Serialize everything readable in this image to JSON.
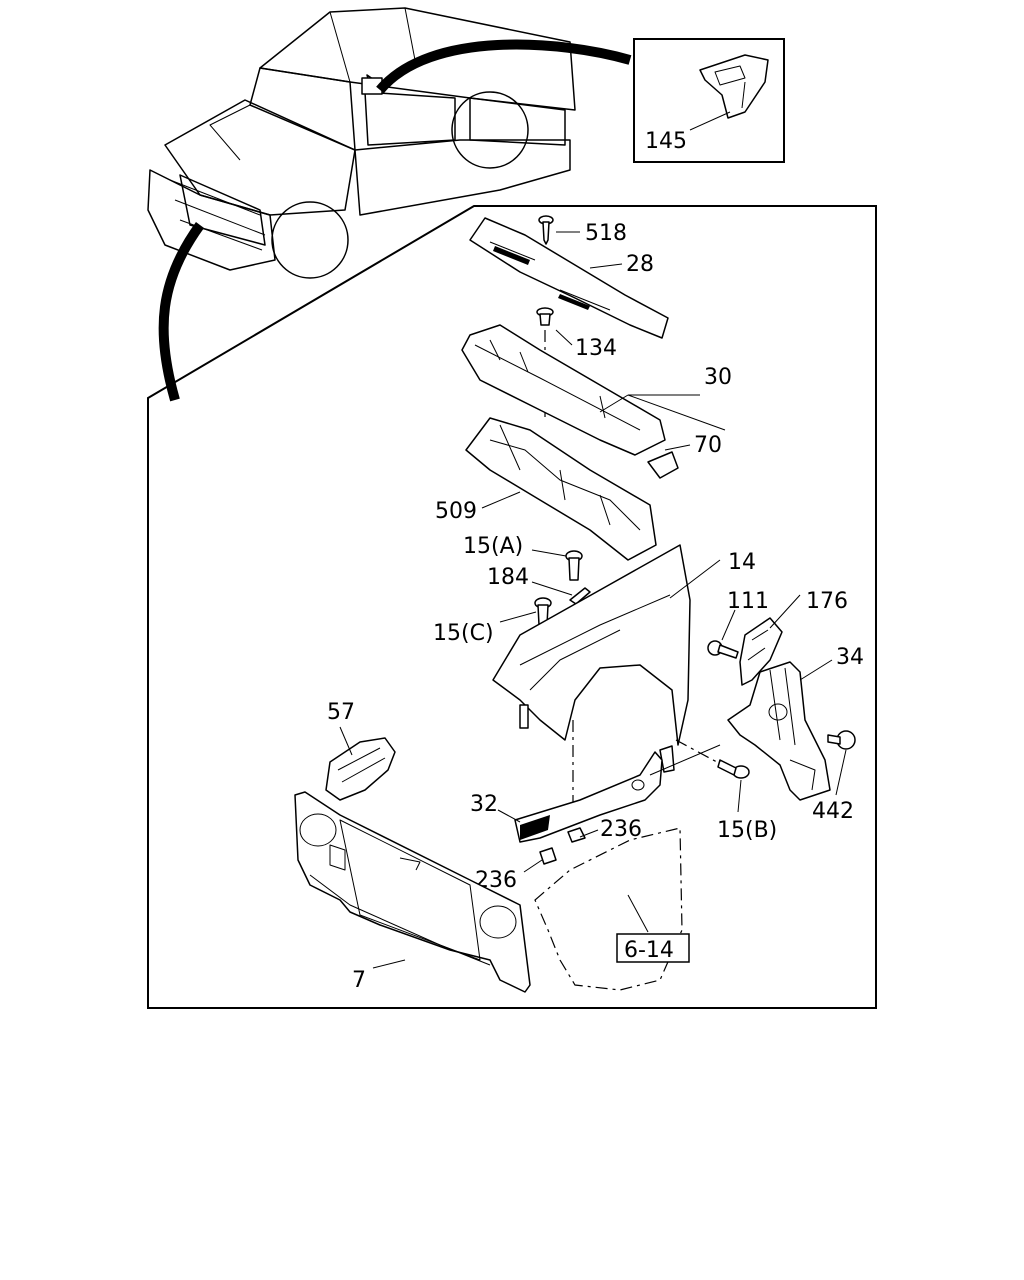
{
  "callouts": {
    "c518": "518",
    "c28": "28",
    "c134": "134",
    "c30": "30",
    "c70": "70",
    "c509": "509",
    "c15a": "15(A)",
    "c14": "14",
    "c184": "184",
    "c15c": "15(C)",
    "c111": "111",
    "c176": "176",
    "c34": "34",
    "c57": "57",
    "c442": "442",
    "c32": "32",
    "c236a": "236",
    "c15b": "15(B)",
    "c236b": "236",
    "c7": "7",
    "c145": "145"
  },
  "reference_box": {
    "label": "6-14"
  }
}
